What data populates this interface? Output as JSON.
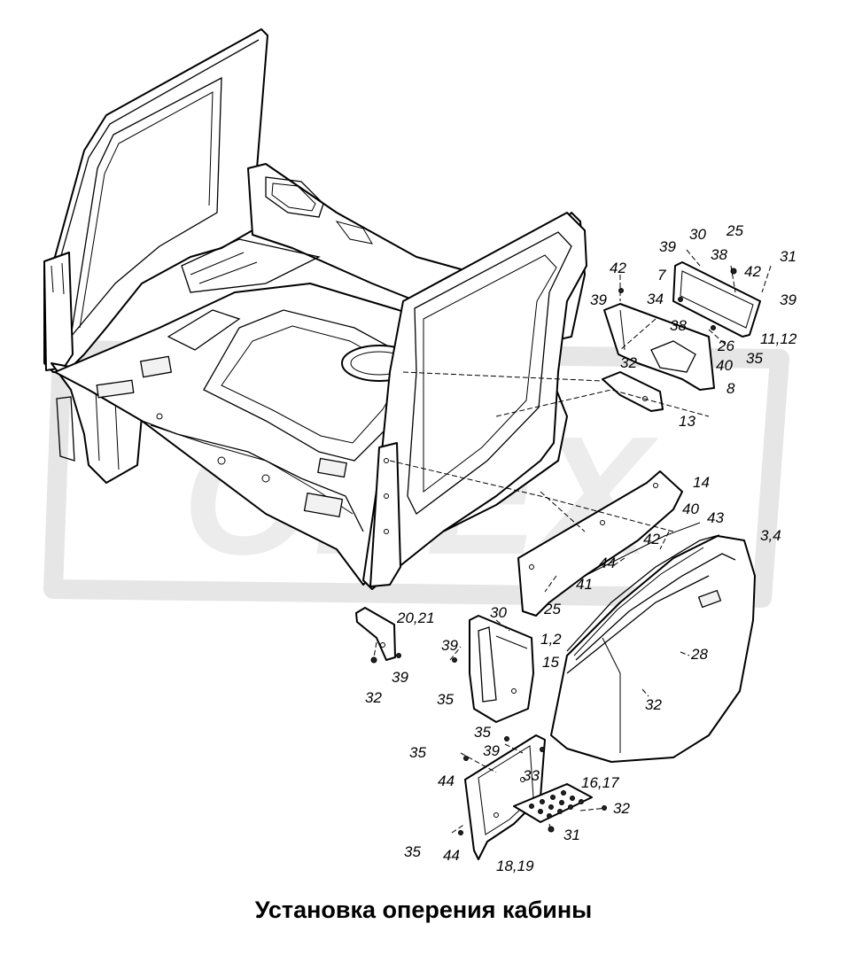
{
  "caption": "Установка оперения кабины",
  "watermark_text": "OPEX",
  "callouts": [
    {
      "id": "c-30a",
      "text": "30"
    },
    {
      "id": "c-39a",
      "text": "39"
    },
    {
      "id": "c-25a",
      "text": "25"
    },
    {
      "id": "c-38a",
      "text": "38"
    },
    {
      "id": "c-31a",
      "text": "31"
    },
    {
      "id": "c-42a",
      "text": "42"
    },
    {
      "id": "c-42b",
      "text": "42"
    },
    {
      "id": "c-7",
      "text": "7"
    },
    {
      "id": "c-39b",
      "text": "39"
    },
    {
      "id": "c-39c",
      "text": "39"
    },
    {
      "id": "c-34",
      "text": "34"
    },
    {
      "id": "c-38b",
      "text": "38"
    },
    {
      "id": "c-26",
      "text": "26"
    },
    {
      "id": "c-11-12",
      "text": "11,12"
    },
    {
      "id": "c-32a",
      "text": "32"
    },
    {
      "id": "c-40a",
      "text": "40"
    },
    {
      "id": "c-35a",
      "text": "35"
    },
    {
      "id": "c-8",
      "text": "8"
    },
    {
      "id": "c-13",
      "text": "13"
    },
    {
      "id": "c-14",
      "text": "14"
    },
    {
      "id": "c-40b",
      "text": "40"
    },
    {
      "id": "c-43",
      "text": "43"
    },
    {
      "id": "c-3-4",
      "text": "3,4"
    },
    {
      "id": "c-42c",
      "text": "42"
    },
    {
      "id": "c-44a",
      "text": "44"
    },
    {
      "id": "c-41",
      "text": "41"
    },
    {
      "id": "c-25b",
      "text": "25"
    },
    {
      "id": "c-20-21",
      "text": "20,21"
    },
    {
      "id": "c-30b",
      "text": "30"
    },
    {
      "id": "c-1-2",
      "text": "1,2"
    },
    {
      "id": "c-39d",
      "text": "39"
    },
    {
      "id": "c-15",
      "text": "15"
    },
    {
      "id": "c-28",
      "text": "28"
    },
    {
      "id": "c-32b",
      "text": "32"
    },
    {
      "id": "c-39e",
      "text": "39"
    },
    {
      "id": "c-35b",
      "text": "35"
    },
    {
      "id": "c-32c",
      "text": "32"
    },
    {
      "id": "c-35c",
      "text": "35"
    },
    {
      "id": "c-39f",
      "text": "39"
    },
    {
      "id": "c-35d",
      "text": "35"
    },
    {
      "id": "c-33",
      "text": "33"
    },
    {
      "id": "c-44b",
      "text": "44"
    },
    {
      "id": "c-16-17",
      "text": "16,17"
    },
    {
      "id": "c-32d",
      "text": "32"
    },
    {
      "id": "c-31b",
      "text": "31"
    },
    {
      "id": "c-35e",
      "text": "35"
    },
    {
      "id": "c-44c",
      "text": "44"
    },
    {
      "id": "c-18-19",
      "text": "18,19"
    }
  ]
}
